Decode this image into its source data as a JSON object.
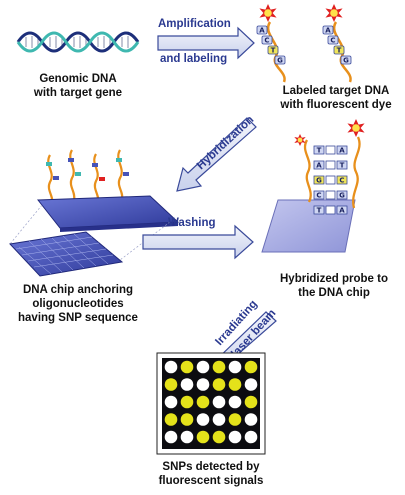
{
  "labels": {
    "genomic_line1": "Genomic DNA",
    "genomic_line2": "with target gene",
    "labeled_line1": "Labeled target DNA",
    "labeled_line2": "with fluorescent dye",
    "chip_line1": "DNA chip anchoring",
    "chip_line2": "oligonucleotides",
    "chip_line3": "having SNP sequence",
    "hybrid_line1": "Hybridized probe to",
    "hybrid_line2": "the DNA chip",
    "snp_line1": "SNPs detected by",
    "snp_line2": "fluorescent signals"
  },
  "arrows": {
    "amplification_line1": "Amplification",
    "amplification_line2": "and labeling",
    "hybridization": "Hybridization",
    "washing": "Washing",
    "irradiating_line1": "Irradiating",
    "irradiating_line2": "laser beam"
  },
  "nucleotides": {
    "a": "A",
    "c": "C",
    "t": "T",
    "g": "G"
  },
  "signal_grid": {
    "rows": 5,
    "cols": 6,
    "lit": [
      [
        0,
        1,
        0,
        1,
        0,
        1
      ],
      [
        1,
        0,
        0,
        1,
        1,
        0
      ],
      [
        0,
        1,
        1,
        0,
        0,
        1
      ],
      [
        1,
        1,
        0,
        0,
        1,
        0
      ],
      [
        0,
        0,
        1,
        1,
        0,
        0
      ]
    ]
  },
  "colors": {
    "arrow_fill": "#dfe4f4",
    "arrow_stroke": "#3a4a9a",
    "arrow_text": "#2a3990",
    "chip_blue": "#4653b8",
    "helix_dark": "#1d2f7a",
    "helix_teal": "#3fb8b0",
    "strand_orange": "#e8901c",
    "star_red": "#e02020",
    "star_yellow": "#ffe24a",
    "dot_yellow": "#e4e21a",
    "dot_white": "#ffffff",
    "panel_dark": "#0c0c10"
  }
}
